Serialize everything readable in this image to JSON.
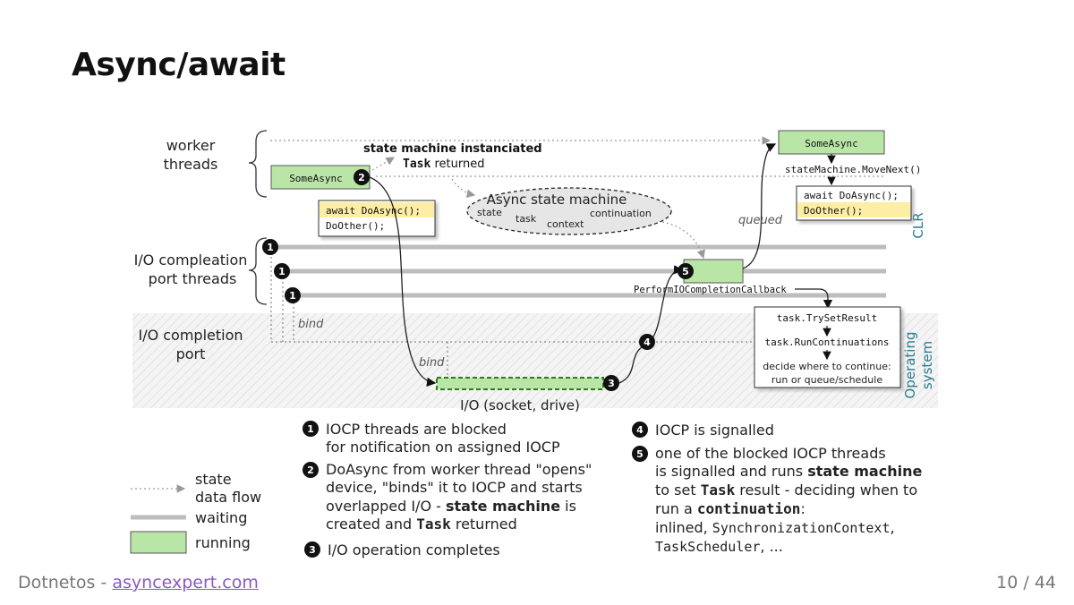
{
  "title": "Async/await",
  "lanes": {
    "worker": [
      "worker",
      "threads"
    ],
    "iocp_threads": [
      "I/O compleation",
      "port threads"
    ],
    "iocp_port": [
      "I/O completion",
      "port"
    ],
    "clr": "CLR",
    "os": [
      "Operating",
      "system"
    ]
  },
  "diagram": {
    "someasync_left": "SomeAsync",
    "someasync_right": "SomeAsync",
    "code_left": [
      "await DoAsync();",
      "DoOther();"
    ],
    "code_right": [
      "await DoAsync();",
      "DoOther();"
    ],
    "sm_instanciated": "state machine instanciated",
    "task_word": "Task",
    "returned_word": " returned",
    "movenext": "stateMachine.MoveNext()",
    "async_sm_title": "Async state machine",
    "async_sm_parts": [
      "state",
      "task",
      "context",
      "continuation"
    ],
    "queued": "queued",
    "bind1": "bind",
    "bind2": "bind",
    "callback": "PerformIOCompletionCallback",
    "tryset": "task.TrySetResult",
    "runcont": "task.RunContinuations",
    "decide1": "decide where to continue:",
    "decide2": "run or  queue/schedule",
    "io_label": "I/O (socket, drive)",
    "markers": [
      "1",
      "1",
      "1",
      "2",
      "3",
      "4",
      "5"
    ]
  },
  "legend": {
    "state": "state",
    "data_flow": "data flow",
    "waiting": "waiting",
    "running": "running"
  },
  "notes": {
    "n1": [
      "IOCP threads are blocked",
      "for notification on assigned IOCP"
    ],
    "n2_l1": "DoAsync from worker thread \"opens\"",
    "n2_l2": "device, \"binds\" it to IOCP and starts",
    "n2_l3a": "overlapped I/O - ",
    "n2_l3b": "state machine",
    "n2_l3c": " is",
    "n2_l4a": "created and ",
    "n2_l4b": "Task",
    "n2_l4c": " returned",
    "n3": "I/O operation completes",
    "n4": "IOCP is signalled",
    "n5_l1": "one of the blocked IOCP threads",
    "n5_l2a": "is signalled and runs ",
    "n5_l2b": "state machine",
    "n5_l3a": "to set ",
    "n5_l3b": "Task",
    "n5_l3c": " result - deciding when to",
    "n5_l4a": "run a ",
    "n5_l4b": "continuation",
    "n5_l4c": ":",
    "n5_l5a": "inlined, ",
    "n5_l5b": "SynchronizationContext",
    "n5_l5c": ",",
    "n5_l6a": "TaskScheduler",
    "n5_l6b": ", ..."
  },
  "footer": {
    "brand": "Dotnetos - ",
    "link": "asyncexpert.com",
    "page": "10 / 44"
  },
  "colors": {
    "running": "#b9e6a6",
    "highlight": "#fdeda5",
    "lane_gray": "#bdbdbd",
    "link": "#8a58c7",
    "side_label": "#2b7a8f"
  }
}
